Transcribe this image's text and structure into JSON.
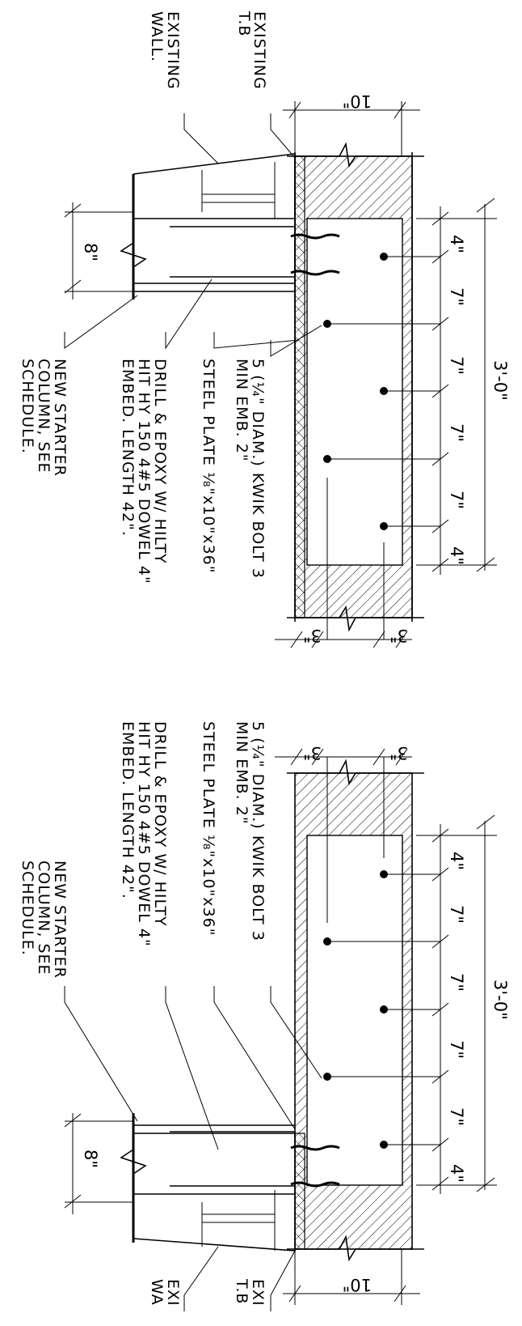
{
  "detail_top": {
    "dimensions": {
      "overall": "3'-0\"",
      "spacing": [
        "4\"",
        "7\"",
        "7\"",
        "7\"",
        "7\"",
        "4\""
      ],
      "cover_left": "3\"",
      "cover_right": "3\"",
      "beam_width": "10\"",
      "column_width": "8\""
    },
    "labels": {
      "existing_tb_line1": "EXISTING",
      "existing_tb_line2": "T.B",
      "existing_wall_line1": "EXISTING",
      "existing_wall_line2": "WALL.",
      "kwik_bolt_line1": "5 (¼\" DIAM.) KWIK BOLT 3",
      "kwik_bolt_line2": "MIN EMB. 2\"",
      "steel_plate": "STEEL PLATE ⅛\"x10\"x36\"",
      "drill_line1": "DRILL & EPOXY W/ HILTY",
      "drill_line2": "HIT HY 150 4#5 DOWEL 4\"",
      "drill_line3": "EMBED. LENGTH 42\".",
      "starter_line1": "NEW STARTER",
      "starter_line2": "COLUMN, SEE",
      "starter_line3": "SCHEDULE."
    }
  },
  "detail_bottom": {
    "dimensions": {
      "overall": "3'-0\"",
      "spacing": [
        "4\"",
        "7\"",
        "7\"",
        "7\"",
        "7\"",
        "4\""
      ],
      "cover_left": "3\"",
      "cover_right": "3\"",
      "beam_width": "10\"",
      "column_width": "8\""
    },
    "labels": {
      "existing_tb_line1": "EXI",
      "existing_tb_line2": "T.B",
      "existing_wall_line1": "EXI",
      "existing_wall_line2": "WA",
      "kwik_bolt_line1": "5 (¼\" DIAM.) KWIK BOLT 3",
      "kwik_bolt_line2": "MIN EMB. 2\"",
      "steel_plate": "STEEL PLATE ⅛\"x10\"x36\"",
      "drill_line1": "DRILL & EPOXY W/ HILTY",
      "drill_line2": "HIT HY 150 4#5 DOWEL 4\"",
      "drill_line3": "EMBED. LENGTH 42\".",
      "starter_line1": "NEW STARTER",
      "starter_line2": "COLUMN, SEE",
      "starter_line3": "SCHEDULE."
    }
  }
}
